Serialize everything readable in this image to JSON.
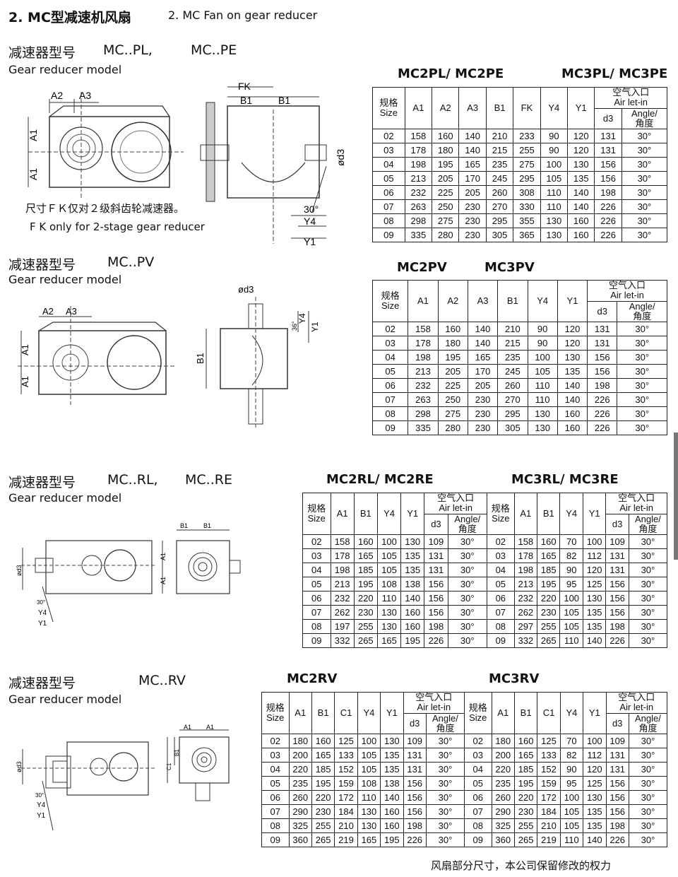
{
  "title_cn": "2. MC型减速机风扇",
  "title_en": "2. MC Fan on gear reducer",
  "common": {
    "model_cn": "减速器型号",
    "model_en": "Gear reducer model",
    "size_label": "规格Size",
    "size_cn": "规格",
    "size_en": "Size",
    "air_cn": "空气入口",
    "air_en": "Air let-in",
    "angle_en": "Angle/",
    "angle_cn": "角度"
  },
  "sections": [
    {
      "models": [
        "MC..PL,",
        "MC..PE"
      ],
      "note_cn": "尺寸ＦＫ仅对２级斜齿轮减速器。",
      "note_en": "F K only for 2-stage gear reducer",
      "tables": [
        {
          "heading_left": "MC2PL/ MC2PE",
          "heading_right": "MC3PL/ MC3PE",
          "columns": [
            "A1",
            "A2",
            "A3",
            "B1",
            "FK",
            "Y4",
            "Y1"
          ],
          "rows": [
            [
              "02",
              "158",
              "160",
              "140",
              "210",
              "233",
              "90",
              "120",
              "131",
              "30°"
            ],
            [
              "03",
              "178",
              "180",
              "140",
              "215",
              "255",
              "90",
              "120",
              "131",
              "30°"
            ],
            [
              "04",
              "198",
              "195",
              "165",
              "235",
              "275",
              "100",
              "130",
              "156",
              "30°"
            ],
            [
              "05",
              "213",
              "205",
              "170",
              "245",
              "295",
              "105",
              "135",
              "156",
              "30°"
            ],
            [
              "06",
              "232",
              "225",
              "205",
              "260",
              "308",
              "110",
              "140",
              "198",
              "30°"
            ],
            [
              "07",
              "263",
              "250",
              "230",
              "270",
              "330",
              "110",
              "140",
              "226",
              "30°"
            ],
            [
              "08",
              "298",
              "275",
              "230",
              "295",
              "355",
              "130",
              "160",
              "226",
              "30°"
            ],
            [
              "09",
              "335",
              "280",
              "230",
              "305",
              "365",
              "130",
              "160",
              "226",
              "30°"
            ]
          ]
        }
      ],
      "drawing_labels": [
        "A2",
        "A3",
        "A1",
        "A1",
        "FK",
        "B1",
        "B1",
        "ød3",
        "30°",
        "Y4",
        "Y1"
      ]
    },
    {
      "models": [
        "MC..PV"
      ],
      "tables": [
        {
          "heading_left": "MC2PV",
          "heading_right": "MC3PV",
          "columns": [
            "A1",
            "A2",
            "A3",
            "B1",
            "Y4",
            "Y1"
          ],
          "rows": [
            [
              "02",
              "158",
              "160",
              "140",
              "210",
              "90",
              "120",
              "131",
              "30°"
            ],
            [
              "03",
              "178",
              "180",
              "140",
              "215",
              "90",
              "120",
              "131",
              "30°"
            ],
            [
              "04",
              "198",
              "195",
              "165",
              "235",
              "100",
              "130",
              "156",
              "30°"
            ],
            [
              "05",
              "213",
              "205",
              "170",
              "245",
              "105",
              "135",
              "156",
              "30°"
            ],
            [
              "06",
              "232",
              "225",
              "205",
              "260",
              "110",
              "140",
              "198",
              "30°"
            ],
            [
              "07",
              "263",
              "250",
              "230",
              "270",
              "110",
              "140",
              "226",
              "30°"
            ],
            [
              "08",
              "298",
              "275",
              "230",
              "295",
              "130",
              "160",
              "226",
              "30°"
            ],
            [
              "09",
              "335",
              "280",
              "230",
              "305",
              "130",
              "160",
              "226",
              "30°"
            ]
          ]
        }
      ],
      "drawing_labels": [
        "A2",
        "A3",
        "A1",
        "A1",
        "ød3",
        "B1",
        "36°",
        "Y4",
        "Y1"
      ]
    },
    {
      "models": [
        "MC..RL,",
        "MC..RE"
      ],
      "tables": [
        {
          "heading": "MC2RL/ MC2RE",
          "columns": [
            "A1",
            "B1",
            "Y4",
            "Y1"
          ],
          "rows": [
            [
              "02",
              "158",
              "160",
              "100",
              "130",
              "109",
              "30°"
            ],
            [
              "03",
              "178",
              "165",
              "105",
              "135",
              "131",
              "30°"
            ],
            [
              "04",
              "198",
              "185",
              "105",
              "135",
              "131",
              "30°"
            ],
            [
              "05",
              "213",
              "195",
              "108",
              "138",
              "156",
              "30°"
            ],
            [
              "06",
              "232",
              "220",
              "110",
              "140",
              "156",
              "30°"
            ],
            [
              "07",
              "262",
              "230",
              "130",
              "160",
              "156",
              "30°"
            ],
            [
              "08",
              "197",
              "255",
              "130",
              "160",
              "198",
              "30°"
            ],
            [
              "09",
              "332",
              "265",
              "165",
              "195",
              "226",
              "30°"
            ]
          ]
        },
        {
          "heading": "MC3RL/ MC3RE",
          "columns": [
            "A1",
            "B1",
            "Y4",
            "Y1"
          ],
          "rows": [
            [
              "02",
              "158",
              "160",
              "70",
              "100",
              "109",
              "30°"
            ],
            [
              "03",
              "178",
              "165",
              "82",
              "112",
              "131",
              "30°"
            ],
            [
              "04",
              "198",
              "185",
              "90",
              "120",
              "131",
              "30°"
            ],
            [
              "05",
              "213",
              "195",
              "95",
              "125",
              "156",
              "30°"
            ],
            [
              "06",
              "232",
              "220",
              "100",
              "130",
              "156",
              "30°"
            ],
            [
              "07",
              "262",
              "230",
              "105",
              "135",
              "156",
              "30°"
            ],
            [
              "08",
              "297",
              "255",
              "105",
              "135",
              "198",
              "30°"
            ],
            [
              "09",
              "332",
              "265",
              "110",
              "140",
              "226",
              "30°"
            ]
          ]
        }
      ],
      "drawing_labels": [
        "B1",
        "B1",
        "A1",
        "A1",
        "ød3",
        "30°",
        "Y4",
        "Y1"
      ]
    },
    {
      "models": [
        "MC..RV"
      ],
      "tables": [
        {
          "heading": "MC2RV",
          "columns": [
            "A1",
            "B1",
            "C1",
            "Y4",
            "Y1"
          ],
          "rows": [
            [
              "02",
              "180",
              "160",
              "125",
              "100",
              "130",
              "109",
              "30°"
            ],
            [
              "03",
              "200",
              "165",
              "133",
              "105",
              "135",
              "131",
              "30°"
            ],
            [
              "04",
              "220",
              "185",
              "152",
              "105",
              "135",
              "131",
              "30°"
            ],
            [
              "05",
              "235",
              "195",
              "159",
              "108",
              "138",
              "156",
              "30°"
            ],
            [
              "06",
              "260",
              "220",
              "172",
              "110",
              "140",
              "156",
              "30°"
            ],
            [
              "07",
              "290",
              "230",
              "184",
              "130",
              "160",
              "156",
              "30°"
            ],
            [
              "08",
              "325",
              "255",
              "210",
              "130",
              "160",
              "198",
              "30°"
            ],
            [
              "09",
              "360",
              "265",
              "219",
              "165",
              "195",
              "226",
              "30°"
            ]
          ]
        },
        {
          "heading": "MC3RV",
          "columns": [
            "A1",
            "B1",
            "C1",
            "Y4",
            "Y1"
          ],
          "rows": [
            [
              "02",
              "180",
              "160",
              "125",
              "70",
              "100",
              "109",
              "30°"
            ],
            [
              "03",
              "200",
              "165",
              "133",
              "82",
              "112",
              "131",
              "30°"
            ],
            [
              "04",
              "220",
              "185",
              "152",
              "90",
              "120",
              "131",
              "30°"
            ],
            [
              "05",
              "235",
              "195",
              "159",
              "95",
              "125",
              "156",
              "30°"
            ],
            [
              "06",
              "260",
              "220",
              "172",
              "100",
              "130",
              "156",
              "30°"
            ],
            [
              "07",
              "290",
              "230",
              "184",
              "105",
              "135",
              "156",
              "30°"
            ],
            [
              "08",
              "325",
              "255",
              "210",
              "105",
              "135",
              "198",
              "30°"
            ],
            [
              "09",
              "360",
              "265",
              "219",
              "110",
              "140",
              "226",
              "30°"
            ]
          ]
        }
      ],
      "drawing_labels": [
        "A1",
        "A1",
        "B1",
        "C1",
        "ød3",
        "30°",
        "Y4",
        "Y1"
      ]
    }
  ],
  "footer": "风扇部分尺寸，本公司保留修改的权力"
}
